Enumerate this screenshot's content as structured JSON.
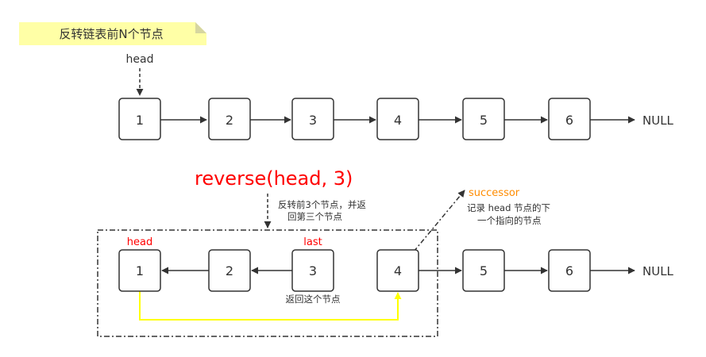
{
  "note": {
    "text": "反转链表前N个节点",
    "color": "#ffffa6"
  },
  "top_list": {
    "head_label": "head",
    "nodes": [
      "1",
      "2",
      "3",
      "4",
      "5",
      "6"
    ],
    "null_label": "NULL"
  },
  "call": {
    "text": "reverse(head, 3)",
    "color": "#ff0000"
  },
  "call_note": {
    "line1": "反转前3个节点，并返",
    "line2": "回第三个节点"
  },
  "bottom_list": {
    "nodes": [
      "1",
      "2",
      "3",
      "4",
      "5",
      "6"
    ],
    "null_label": "NULL",
    "head_label": "head",
    "last_label": "last",
    "label_color": "#ff0000",
    "return_note": "返回这个节点",
    "link_color": "#ffff00"
  },
  "successor": {
    "label": "successor",
    "color": "#ff8c00",
    "note_line1": "记录 head 节点的下",
    "note_line2": "一个指向的节点"
  }
}
